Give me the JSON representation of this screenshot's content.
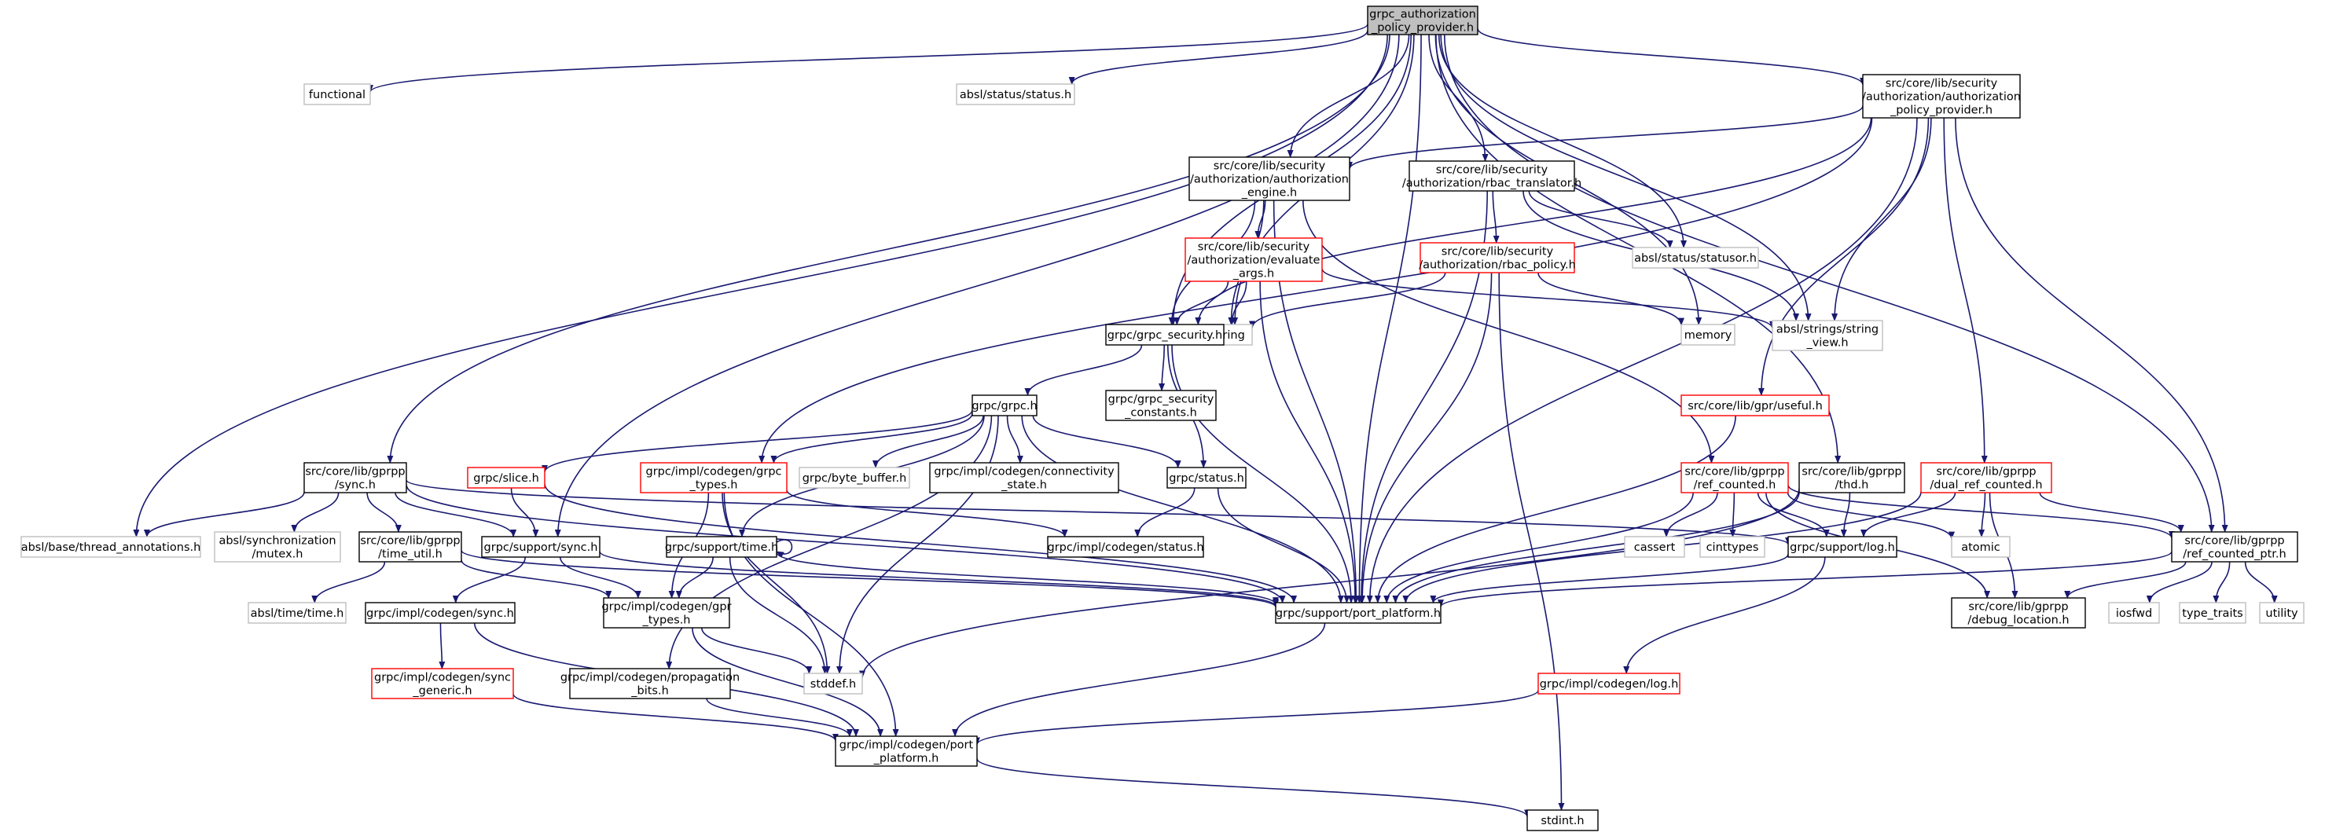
{
  "graph": {
    "colors": {
      "edge": "#191970",
      "root_fill": "#bfbfbf",
      "box_normal": "#000000",
      "box_external": "#bfbfbf",
      "box_truncated": "#ff0000"
    },
    "nodes": [
      {
        "id": "root",
        "kind": "root",
        "lines": [
          "grpc_authorization",
          "_policy_provider.h"
        ]
      },
      {
        "id": "functional",
        "kind": "external",
        "lines": [
          "functional"
        ]
      },
      {
        "id": "absl_status",
        "kind": "external",
        "lines": [
          "absl/status/status.h"
        ]
      },
      {
        "id": "core_authz_provider",
        "kind": "normal",
        "lines": [
          "src/core/lib/security",
          "/authorization/authorization",
          "_policy_provider.h"
        ]
      },
      {
        "id": "authz_engine",
        "kind": "normal",
        "lines": [
          "src/core/lib/security",
          "/authorization/authorization",
          "_engine.h"
        ]
      },
      {
        "id": "rbac_translator",
        "kind": "normal",
        "lines": [
          "src/core/lib/security",
          "/authorization/rbac_translator.h"
        ]
      },
      {
        "id": "evaluate_args",
        "kind": "truncated",
        "lines": [
          "src/core/lib/security",
          "/authorization/evaluate",
          "_args.h"
        ]
      },
      {
        "id": "rbac_policy",
        "kind": "truncated",
        "lines": [
          "src/core/lib/security",
          "/authorization/rbac_policy.h"
        ]
      },
      {
        "id": "statusor",
        "kind": "external",
        "lines": [
          "absl/status/statusor.h"
        ]
      },
      {
        "id": "memory",
        "kind": "external",
        "lines": [
          "memory"
        ]
      },
      {
        "id": "string_view",
        "kind": "external",
        "lines": [
          "absl/strings/string",
          "_view.h"
        ]
      },
      {
        "id": "string",
        "kind": "external",
        "lines": [
          "string"
        ]
      },
      {
        "id": "grpc_security",
        "kind": "normal",
        "lines": [
          "grpc/grpc_security.h"
        ]
      },
      {
        "id": "grpc_security_constants",
        "kind": "normal",
        "lines": [
          "grpc/grpc_security",
          "_constants.h"
        ]
      },
      {
        "id": "grpc_h",
        "kind": "normal",
        "lines": [
          "grpc/grpc.h"
        ]
      },
      {
        "id": "useful",
        "kind": "truncated",
        "lines": [
          "src/core/lib/gpr/useful.h"
        ]
      },
      {
        "id": "gprpp_sync",
        "kind": "normal",
        "lines": [
          "src/core/lib/gprpp",
          "/sync.h"
        ]
      },
      {
        "id": "slice",
        "kind": "truncated",
        "lines": [
          "grpc/slice.h"
        ]
      },
      {
        "id": "grpc_types",
        "kind": "truncated",
        "lines": [
          "grpc/impl/codegen/grpc",
          "_types.h"
        ]
      },
      {
        "id": "byte_buffer",
        "kind": "external",
        "lines": [
          "grpc/byte_buffer.h"
        ]
      },
      {
        "id": "connectivity_state",
        "kind": "normal",
        "lines": [
          "grpc/impl/codegen/connectivity",
          "_state.h"
        ]
      },
      {
        "id": "grpc_status",
        "kind": "normal",
        "lines": [
          "grpc/status.h"
        ]
      },
      {
        "id": "ref_counted",
        "kind": "truncated",
        "lines": [
          "src/core/lib/gprpp",
          "/ref_counted.h"
        ]
      },
      {
        "id": "thd",
        "kind": "normal",
        "lines": [
          "src/core/lib/gprpp",
          "/thd.h"
        ]
      },
      {
        "id": "dual_ref_counted",
        "kind": "truncated",
        "lines": [
          "src/core/lib/gprpp",
          "/dual_ref_counted.h"
        ]
      },
      {
        "id": "thread_annotations",
        "kind": "external",
        "lines": [
          "absl/base/thread_annotations.h"
        ]
      },
      {
        "id": "synchronization_mutex",
        "kind": "external",
        "lines": [
          "absl/synchronization",
          "/mutex.h"
        ]
      },
      {
        "id": "time_util",
        "kind": "normal",
        "lines": [
          "src/core/lib/gprpp",
          "/time_util.h"
        ]
      },
      {
        "id": "support_sync",
        "kind": "normal",
        "lines": [
          "grpc/support/sync.h"
        ]
      },
      {
        "id": "support_time",
        "kind": "normal",
        "lines": [
          "grpc/support/time.h"
        ]
      },
      {
        "id": "codegen_status",
        "kind": "normal",
        "lines": [
          "grpc/impl/codegen/status.h"
        ]
      },
      {
        "id": "cassert",
        "kind": "external",
        "lines": [
          "cassert"
        ]
      },
      {
        "id": "cinttypes",
        "kind": "external",
        "lines": [
          "cinttypes"
        ]
      },
      {
        "id": "support_log",
        "kind": "normal",
        "lines": [
          "grpc/support/log.h"
        ]
      },
      {
        "id": "atomic",
        "kind": "external",
        "lines": [
          "atomic"
        ]
      },
      {
        "id": "ref_counted_ptr",
        "kind": "normal",
        "lines": [
          "src/core/lib/gprpp",
          "/ref_counted_ptr.h"
        ]
      },
      {
        "id": "absl_time",
        "kind": "external",
        "lines": [
          "absl/time/time.h"
        ]
      },
      {
        "id": "codegen_sync",
        "kind": "normal",
        "lines": [
          "grpc/impl/codegen/sync.h"
        ]
      },
      {
        "id": "gpr_types",
        "kind": "normal",
        "lines": [
          "grpc/impl/codegen/gpr",
          "_types.h"
        ]
      },
      {
        "id": "port_platform",
        "kind": "normal",
        "lines": [
          "grpc/support/port_platform.h"
        ]
      },
      {
        "id": "debug_location",
        "kind": "normal",
        "lines": [
          "src/core/lib/gprpp",
          "/debug_location.h"
        ]
      },
      {
        "id": "iosfwd",
        "kind": "external",
        "lines": [
          "iosfwd"
        ]
      },
      {
        "id": "type_traits",
        "kind": "external",
        "lines": [
          "type_traits"
        ]
      },
      {
        "id": "utility",
        "kind": "external",
        "lines": [
          "utility"
        ]
      },
      {
        "id": "stddef",
        "kind": "external",
        "lines": [
          "stddef.h"
        ]
      },
      {
        "id": "sync_generic",
        "kind": "truncated",
        "lines": [
          "grpc/impl/codegen/sync",
          "_generic.h"
        ]
      },
      {
        "id": "propagation_bits",
        "kind": "normal",
        "lines": [
          "grpc/impl/codegen/propagation",
          "_bits.h"
        ]
      },
      {
        "id": "codegen_log",
        "kind": "truncated",
        "lines": [
          "grpc/impl/codegen/log.h"
        ]
      },
      {
        "id": "codegen_port_platform",
        "kind": "normal",
        "lines": [
          "grpc/impl/codegen/port",
          "_platform.h"
        ]
      },
      {
        "id": "stdint",
        "kind": "normal",
        "lines": [
          "stdint.h"
        ]
      }
    ],
    "edges": [
      [
        "root",
        "functional"
      ],
      [
        "root",
        "absl_status"
      ],
      [
        "root",
        "core_authz_provider"
      ],
      [
        "root",
        "authz_engine"
      ],
      [
        "root",
        "rbac_translator"
      ],
      [
        "root",
        "statusor"
      ],
      [
        "root",
        "memory"
      ],
      [
        "root",
        "string_view"
      ],
      [
        "root",
        "string"
      ],
      [
        "root",
        "grpc_security"
      ],
      [
        "root",
        "gprpp_sync"
      ],
      [
        "root",
        "support_sync"
      ],
      [
        "root",
        "thread_annotations"
      ],
      [
        "root",
        "port_platform"
      ],
      [
        "root",
        "thd"
      ],
      [
        "root",
        "ref_counted_ptr"
      ],
      [
        "core_authz_provider",
        "authz_engine"
      ],
      [
        "core_authz_provider",
        "grpc_security"
      ],
      [
        "core_authz_provider",
        "string_view"
      ],
      [
        "core_authz_provider",
        "grpc_types"
      ],
      [
        "core_authz_provider",
        "useful"
      ],
      [
        "core_authz_provider",
        "dual_ref_counted"
      ],
      [
        "core_authz_provider",
        "ref_counted_ptr"
      ],
      [
        "core_authz_provider",
        "port_platform"
      ],
      [
        "authz_engine",
        "evaluate_args"
      ],
      [
        "authz_engine",
        "grpc_security"
      ],
      [
        "authz_engine",
        "string"
      ],
      [
        "authz_engine",
        "port_platform"
      ],
      [
        "authz_engine",
        "ref_counted"
      ],
      [
        "rbac_translator",
        "rbac_policy"
      ],
      [
        "rbac_translator",
        "statusor"
      ],
      [
        "rbac_translator",
        "string_view"
      ],
      [
        "rbac_translator",
        "port_platform"
      ],
      [
        "evaluate_args",
        "grpc_security"
      ],
      [
        "evaluate_args",
        "string"
      ],
      [
        "evaluate_args",
        "string_view"
      ],
      [
        "evaluate_args",
        "port_platform"
      ],
      [
        "rbac_policy",
        "string"
      ],
      [
        "rbac_policy",
        "memory"
      ],
      [
        "rbac_policy",
        "port_platform"
      ],
      [
        "rbac_policy",
        "stdint"
      ],
      [
        "grpc_security",
        "grpc_h"
      ],
      [
        "grpc_security",
        "grpc_security_constants"
      ],
      [
        "grpc_security",
        "grpc_status"
      ],
      [
        "grpc_security",
        "port_platform"
      ],
      [
        "grpc_h",
        "slice"
      ],
      [
        "grpc_h",
        "grpc_types"
      ],
      [
        "grpc_h",
        "byte_buffer"
      ],
      [
        "grpc_h",
        "connectivity_state"
      ],
      [
        "grpc_h",
        "grpc_status"
      ],
      [
        "grpc_h",
        "support_time"
      ],
      [
        "grpc_h",
        "port_platform"
      ],
      [
        "grpc_h",
        "propagation_bits"
      ],
      [
        "grpc_h",
        "stddef"
      ],
      [
        "useful",
        "port_platform"
      ],
      [
        "gprpp_sync",
        "thread_annotations"
      ],
      [
        "gprpp_sync",
        "synchronization_mutex"
      ],
      [
        "gprpp_sync",
        "time_util"
      ],
      [
        "gprpp_sync",
        "support_sync"
      ],
      [
        "gprpp_sync",
        "support_log"
      ],
      [
        "gprpp_sync",
        "port_platform"
      ],
      [
        "slice",
        "support_sync"
      ],
      [
        "slice",
        "port_platform"
      ],
      [
        "grpc_types",
        "stddef"
      ],
      [
        "grpc_types",
        "codegen_status"
      ],
      [
        "grpc_types",
        "gpr_types"
      ],
      [
        "grpc_types",
        "codegen_port_platform"
      ],
      [
        "grpc_status",
        "codegen_status"
      ],
      [
        "grpc_status",
        "port_platform"
      ],
      [
        "ref_counted",
        "cassert"
      ],
      [
        "ref_counted",
        "cinttypes"
      ],
      [
        "ref_counted",
        "support_log"
      ],
      [
        "ref_counted",
        "atomic"
      ],
      [
        "ref_counted",
        "debug_location"
      ],
      [
        "ref_counted",
        "ref_counted_ptr"
      ],
      [
        "ref_counted",
        "port_platform"
      ],
      [
        "thd",
        "support_log"
      ],
      [
        "thd",
        "port_platform"
      ],
      [
        "thd",
        "stddef"
      ],
      [
        "dual_ref_counted",
        "support_log"
      ],
      [
        "dual_ref_counted",
        "atomic"
      ],
      [
        "dual_ref_counted",
        "debug_location"
      ],
      [
        "dual_ref_counted",
        "ref_counted_ptr"
      ],
      [
        "dual_ref_counted",
        "port_platform"
      ],
      [
        "time_util",
        "absl_time"
      ],
      [
        "time_util",
        "gpr_types"
      ],
      [
        "time_util",
        "port_platform"
      ],
      [
        "support_sync",
        "codegen_sync"
      ],
      [
        "support_sync",
        "gpr_types"
      ],
      [
        "support_sync",
        "port_platform"
      ],
      [
        "support_time",
        "support_time"
      ],
      [
        "support_time",
        "gpr_types"
      ],
      [
        "support_time",
        "stddef"
      ],
      [
        "support_time",
        "port_platform"
      ],
      [
        "support_log",
        "codegen_log"
      ],
      [
        "support_log",
        "port_platform"
      ],
      [
        "ref_counted_ptr",
        "iosfwd"
      ],
      [
        "ref_counted_ptr",
        "type_traits"
      ],
      [
        "ref_counted_ptr",
        "utility"
      ],
      [
        "ref_counted_ptr",
        "debug_location"
      ],
      [
        "ref_counted_ptr",
        "port_platform"
      ],
      [
        "codegen_sync",
        "sync_generic"
      ],
      [
        "codegen_sync",
        "codegen_port_platform"
      ],
      [
        "gpr_types",
        "stddef"
      ],
      [
        "gpr_types",
        "codegen_port_platform"
      ],
      [
        "port_platform",
        "codegen_port_platform"
      ],
      [
        "sync_generic",
        "codegen_port_platform"
      ],
      [
        "propagation_bits",
        "codegen_port_platform"
      ],
      [
        "codegen_log",
        "codegen_port_platform"
      ],
      [
        "codegen_port_platform",
        "stdint"
      ]
    ]
  }
}
